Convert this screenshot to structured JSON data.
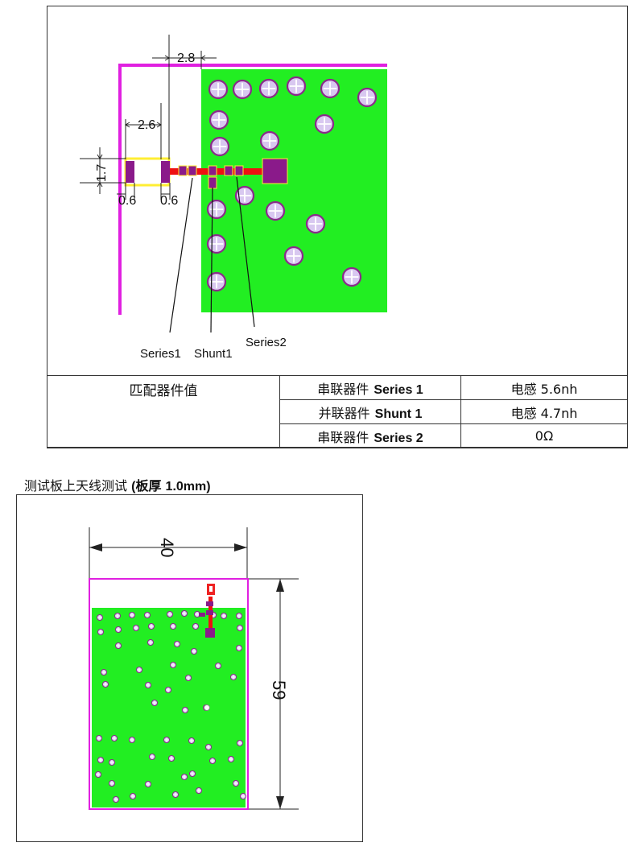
{
  "top_figure": {
    "dimensions": {
      "gap_width": "2.8",
      "pad_pitch": "2.6",
      "pad_height": "1.7",
      "pad_left": "0.6",
      "pad_right": "0.6"
    },
    "callouts": {
      "series1": "Series1",
      "shunt1": "Shunt1",
      "series2": "Series2"
    },
    "colors": {
      "ground": "#22ee22",
      "clearance_outline": "#e020e0",
      "component": "#8a1a8a",
      "trace": "#ee1111",
      "pad_outline": "#ffee33",
      "via_fill": "#d8c8f0"
    }
  },
  "matching_table": {
    "header": "匹配器件值",
    "rows": [
      {
        "label_cn": "串联器件",
        "label_en": "Series 1",
        "value": "电感  5.6nh"
      },
      {
        "label_cn": "并联器件",
        "label_en": "Shunt 1",
        "value": "电感  4.7nh"
      },
      {
        "label_cn": "串联器件",
        "label_en": "Series 2",
        "value": "0Ω"
      }
    ]
  },
  "bottom_figure": {
    "title_cn": "测试板上天线测试",
    "title_paren_open": "(板厚",
    "title_thickness": "1.0mm)",
    "dimensions": {
      "width": "40",
      "height": "59"
    }
  }
}
